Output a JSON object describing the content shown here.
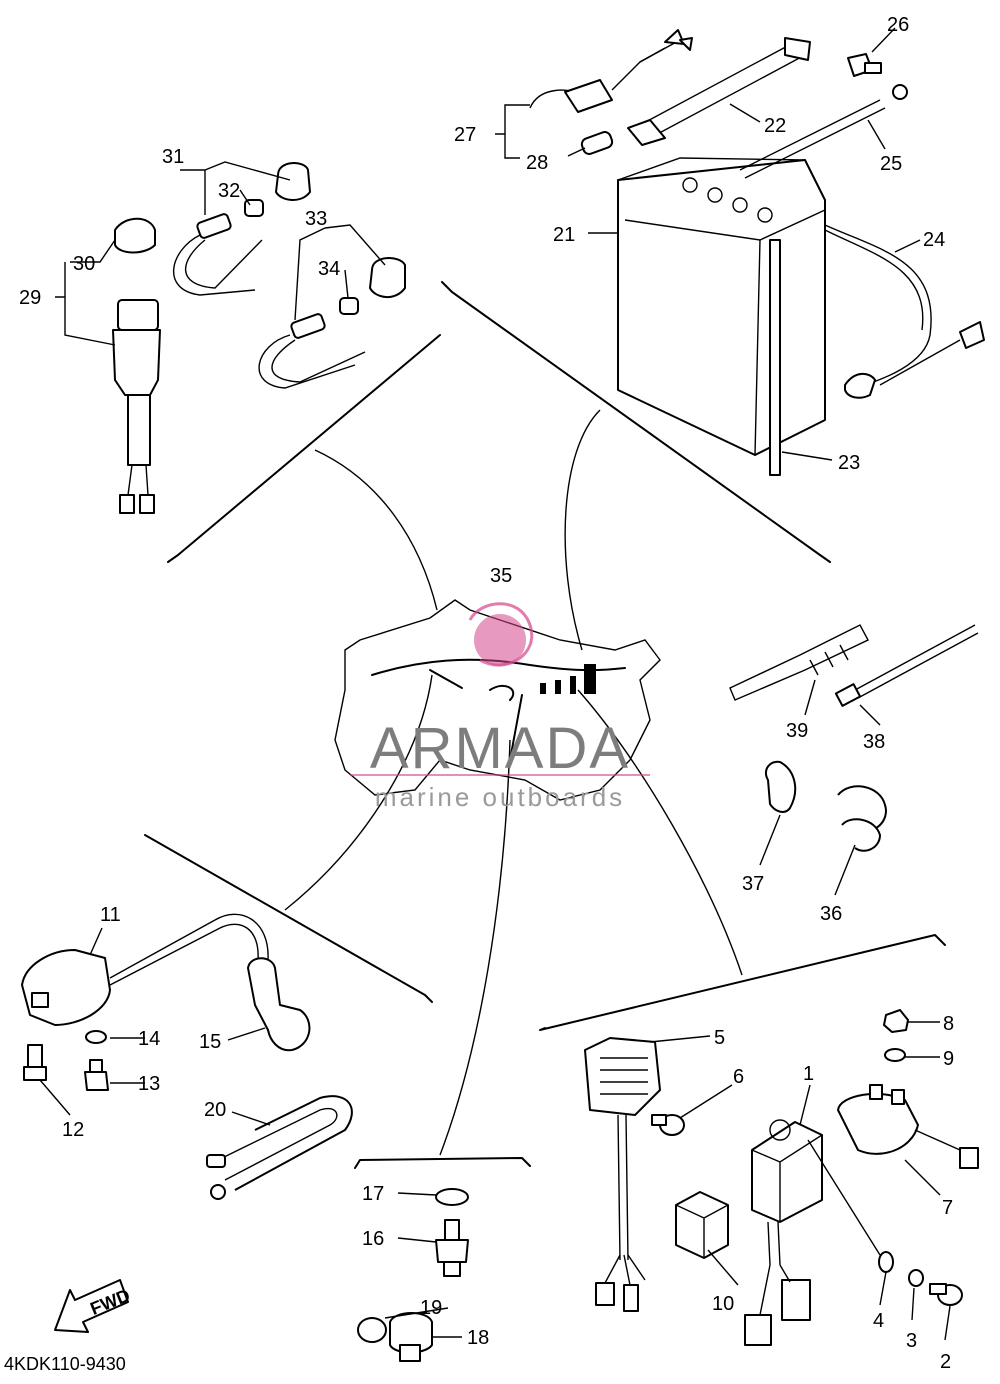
{
  "diagram_code": "4KDK110-9430",
  "direction_label": "FWD",
  "watermark": {
    "brand": "ARMADA",
    "tagline": "marine outboards",
    "accent_color": "#d4468c",
    "text_color": "#7d7d7d"
  },
  "callouts": [
    "1",
    "2",
    "3",
    "4",
    "5",
    "6",
    "7",
    "8",
    "9",
    "10",
    "11",
    "12",
    "13",
    "14",
    "15",
    "16",
    "17",
    "18",
    "19",
    "20",
    "21",
    "22",
    "23",
    "24",
    "25",
    "26",
    "27",
    "28",
    "29",
    "30",
    "31",
    "32",
    "33",
    "34",
    "35",
    "36",
    "37",
    "38",
    "39"
  ]
}
